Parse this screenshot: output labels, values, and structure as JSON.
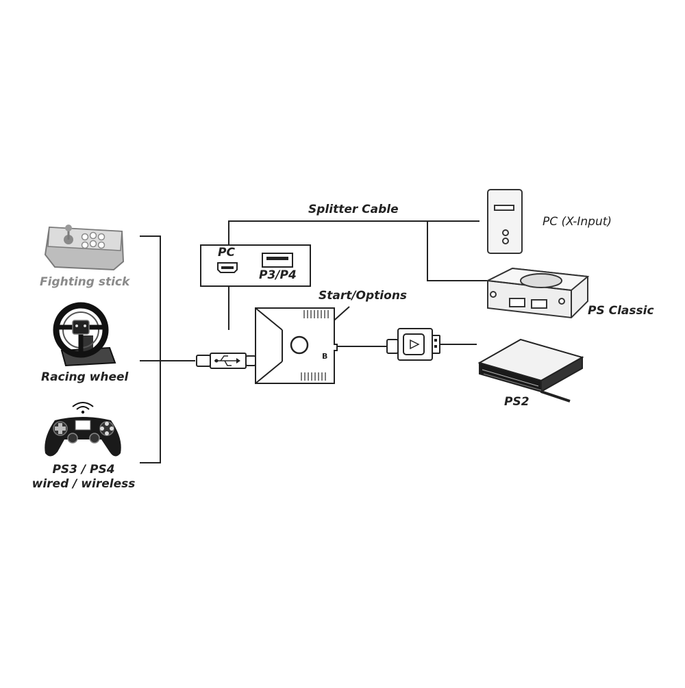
{
  "colors": {
    "line": "#222222",
    "device_fill": "#f4f4f4",
    "device_stroke": "#333333",
    "grey_icon": "#8a8a8a",
    "dark_icon": "#1a1a1a"
  },
  "left_devices": [
    {
      "label": "Fighting stick",
      "icon": "fighting-stick-icon"
    },
    {
      "label": "Racing wheel",
      "icon": "racing-wheel-icon"
    },
    {
      "label_line1": "PS3 / PS4",
      "label_line2": "wired / wireless",
      "icon": "gamepad-icon"
    }
  ],
  "adapter": {
    "connector_labels": {
      "pc": "PC",
      "p3p4": "P3/P4"
    },
    "button_label": "Start/Options",
    "port_letter": "B"
  },
  "splitter_label": "Splitter Cable",
  "targets": [
    {
      "label": "PC (X-Input)",
      "icon": "pc-tower-icon"
    },
    {
      "label": "PS Classic",
      "icon": "ps-classic-console-icon"
    },
    {
      "label": "PS2",
      "icon": "ps2-console-icon"
    }
  ]
}
